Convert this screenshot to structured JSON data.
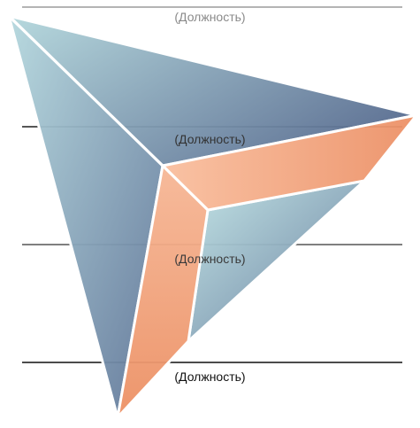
{
  "diagram": {
    "levels": [
      {
        "label": "(Должность)"
      },
      {
        "label": "(Должность)"
      },
      {
        "label": "(Должность)"
      },
      {
        "label": "(Должность)"
      }
    ],
    "colors": {
      "blue_light": "#b9dde2",
      "blue_dark": "#5f7699",
      "orange_light": "#f7b592",
      "orange_dark": "#e8895e",
      "outline": "#ffffff",
      "line_dark": "#1b1b1b",
      "line_light": "#9a9a9a"
    }
  }
}
